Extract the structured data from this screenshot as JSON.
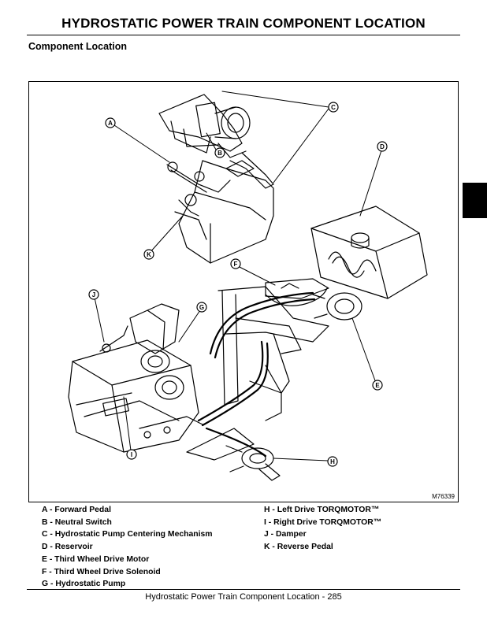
{
  "page": {
    "title": "HYDROSTATIC POWER TRAIN   COMPONENT LOCATION",
    "section_title": "Component Location",
    "footer": "Hydrostatic Power Train   Component Location - 285"
  },
  "figure": {
    "id": "M76339",
    "callouts": [
      "A",
      "B",
      "C",
      "D",
      "E",
      "F",
      "G",
      "H",
      "I",
      "J",
      "K"
    ]
  },
  "legend": {
    "left": [
      "A - Forward Pedal",
      "B - Neutral Switch",
      "C - Hydrostatic Pump Centering Mechanism",
      "D - Reservoir",
      "E - Third Wheel Drive Motor",
      "F - Third Wheel Drive Solenoid",
      "G - Hydrostatic Pump"
    ],
    "right": [
      "H - Left Drive TORQMOTOR™",
      "I - Right Drive TORQMOTOR™",
      "J - Damper",
      "K - Reverse Pedal"
    ]
  }
}
